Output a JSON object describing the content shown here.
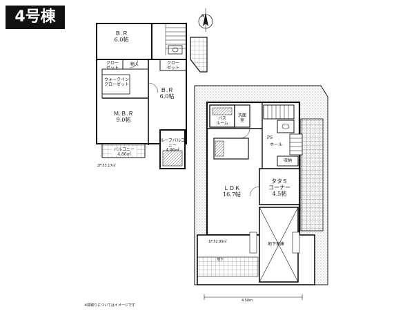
{
  "building_badge": "4号棟",
  "compass": {
    "north_label": "N"
  },
  "floor2": {
    "area_label": "2F:53.17㎡",
    "rooms": [
      {
        "id": "br1",
        "name": "Ｂ.Ｒ",
        "size": "6.0帖"
      },
      {
        "id": "br2",
        "name": "Ｂ.Ｒ",
        "size": "6.0帖"
      },
      {
        "id": "mbr",
        "name": "Ｍ.Ｂ.Ｒ",
        "size": "9.0帖"
      },
      {
        "id": "wic",
        "name": "ウォークイン\nクローゼット"
      },
      {
        "id": "closet1",
        "name": "クロー\nゼット"
      },
      {
        "id": "closet2",
        "name": "クロー\nゼット"
      },
      {
        "id": "storage",
        "name": "物入"
      },
      {
        "id": "balcony",
        "name": "バルコニー",
        "size": "4.86㎡"
      },
      {
        "id": "pergola",
        "name": "ルーフバルコニー",
        "size": "4.96㎡"
      }
    ]
  },
  "floor1": {
    "area_label": "1F:52.99㎡",
    "rooms": [
      {
        "id": "ldk",
        "name": "ＬＤＫ",
        "size": "16.7帖"
      },
      {
        "id": "tatami",
        "name": "タタミ\nコーナー",
        "size": "4.5帖"
      },
      {
        "id": "bath",
        "name": "バス\nルーム"
      },
      {
        "id": "wash",
        "name": "洗面\n室"
      },
      {
        "id": "hall",
        "name": "ホール"
      },
      {
        "id": "storage1f",
        "name": "収納"
      },
      {
        "id": "garage",
        "name": "地下車庫"
      },
      {
        "id": "ps",
        "name": "PS"
      }
    ],
    "frontage_label": "4.50m",
    "depth_label": "地下"
  },
  "footnote": "※間取りについてはイメージです"
}
